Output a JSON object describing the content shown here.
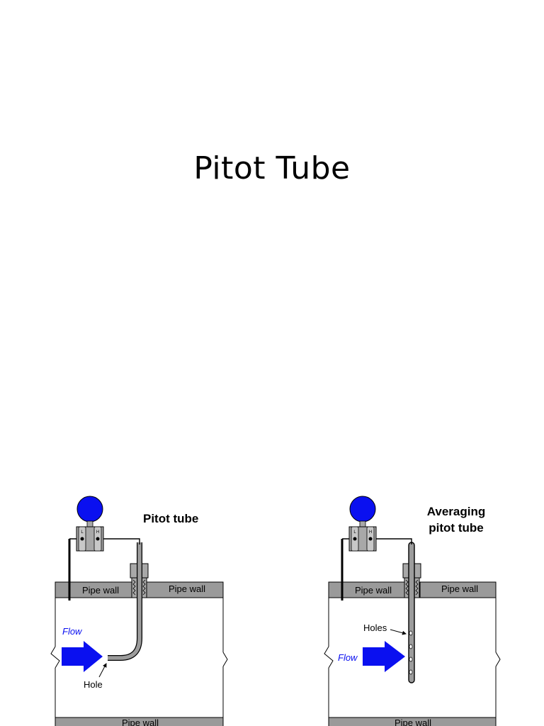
{
  "slide": {
    "title": "Pitot Tube"
  },
  "colors": {
    "flow_blue": "#0a10f0",
    "wall_gray": "#9a9a9a",
    "tube_gray": "#9c9c9c"
  },
  "left_diagram": {
    "title": "Pitot tube",
    "pipe_wall_top_left": "Pipe wall",
    "pipe_wall_top_right": "Pipe wall",
    "pipe_wall_bottom": "Pipe wall",
    "flow_label": "Flow",
    "hole_label": "Hole",
    "port_low": "L",
    "port_high": "H"
  },
  "right_diagram": {
    "title_line1": "Averaging",
    "title_line2": "pitot tube",
    "pipe_wall_top_left": "Pipe wall",
    "pipe_wall_top_right": "Pipe wall",
    "pipe_wall_bottom": "Pipe wall",
    "flow_label": "Flow",
    "holes_label": "Holes",
    "port_low": "L",
    "port_high": "H"
  }
}
